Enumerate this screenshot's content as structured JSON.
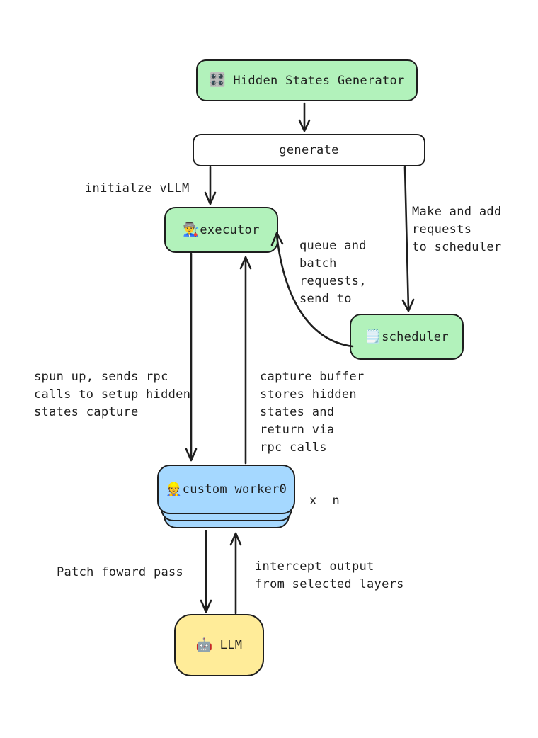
{
  "diagram": {
    "background": "#ffffff",
    "stroke_color": "#1e1e1e",
    "fills": {
      "green": "#b2f2bb",
      "blue": "#a5d8ff",
      "yellow": "#ffec99",
      "white": "#ffffff"
    },
    "nodes": {
      "hidden_states_generator": {
        "icon": "🎛️",
        "label": "Hidden States Generator",
        "fill": "#b2f2bb"
      },
      "generate": {
        "label": "generate",
        "fill": "#ffffff"
      },
      "executor": {
        "icon": "👨‍🏭",
        "label": "executor",
        "fill": "#b2f2bb"
      },
      "scheduler": {
        "icon": "🗒️",
        "label": "scheduler",
        "fill": "#b2f2bb"
      },
      "custom_worker": {
        "icon": "👷",
        "label": "custom worker0",
        "fill": "#a5d8ff"
      },
      "llm": {
        "icon": "🤖",
        "label": "LLM",
        "fill": "#ffec99"
      }
    },
    "labels": {
      "initialize_vllm": "initialze vLLM",
      "make_and_add": "Make and add\nrequests\nto scheduler",
      "queue_and_batch": "queue and\nbatch\nrequests,\nsend to",
      "spun_up": "spun up, sends rpc\ncalls to setup hidden\nstates capture",
      "capture_buffer": "capture buffer\nstores hidden\nstates and\nreturn via\nrpc calls",
      "worker_count": "x n",
      "patch_forward": "Patch foward pass",
      "intercept_output": "intercept output\nfrom selected layers"
    }
  }
}
